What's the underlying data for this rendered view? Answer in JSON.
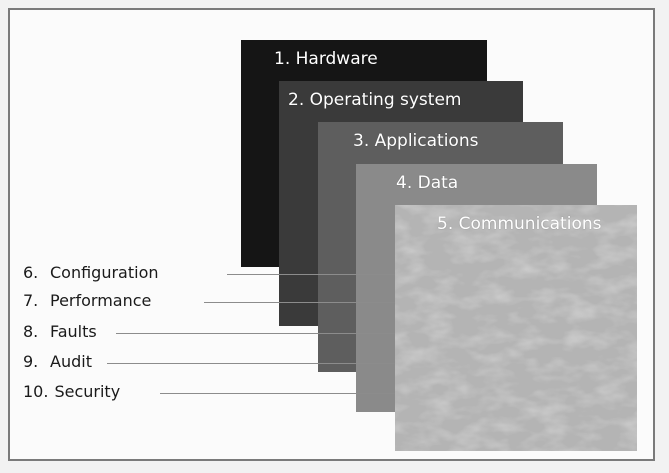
{
  "layers": [
    {
      "label": "1. Hardware"
    },
    {
      "label": "2. Operating system"
    },
    {
      "label": "3. Applications"
    },
    {
      "label": "4. Data"
    },
    {
      "label": "5. Communications"
    }
  ],
  "aspects": [
    {
      "number": "6.",
      "label": "Configuration"
    },
    {
      "number": "7.",
      "label": "Performance"
    },
    {
      "number": "8.",
      "label": "Faults"
    },
    {
      "number": "9.",
      "label": "Audit"
    },
    {
      "number": "10.",
      "label": "Security"
    }
  ],
  "colors": {
    "layer1": "#151515",
    "layer2": "#3a3a3a",
    "layer3": "#5e5e5e",
    "layer4": "#8a8a8a",
    "layer5": "#b4b4b4",
    "frame": "#7a7a7a"
  }
}
